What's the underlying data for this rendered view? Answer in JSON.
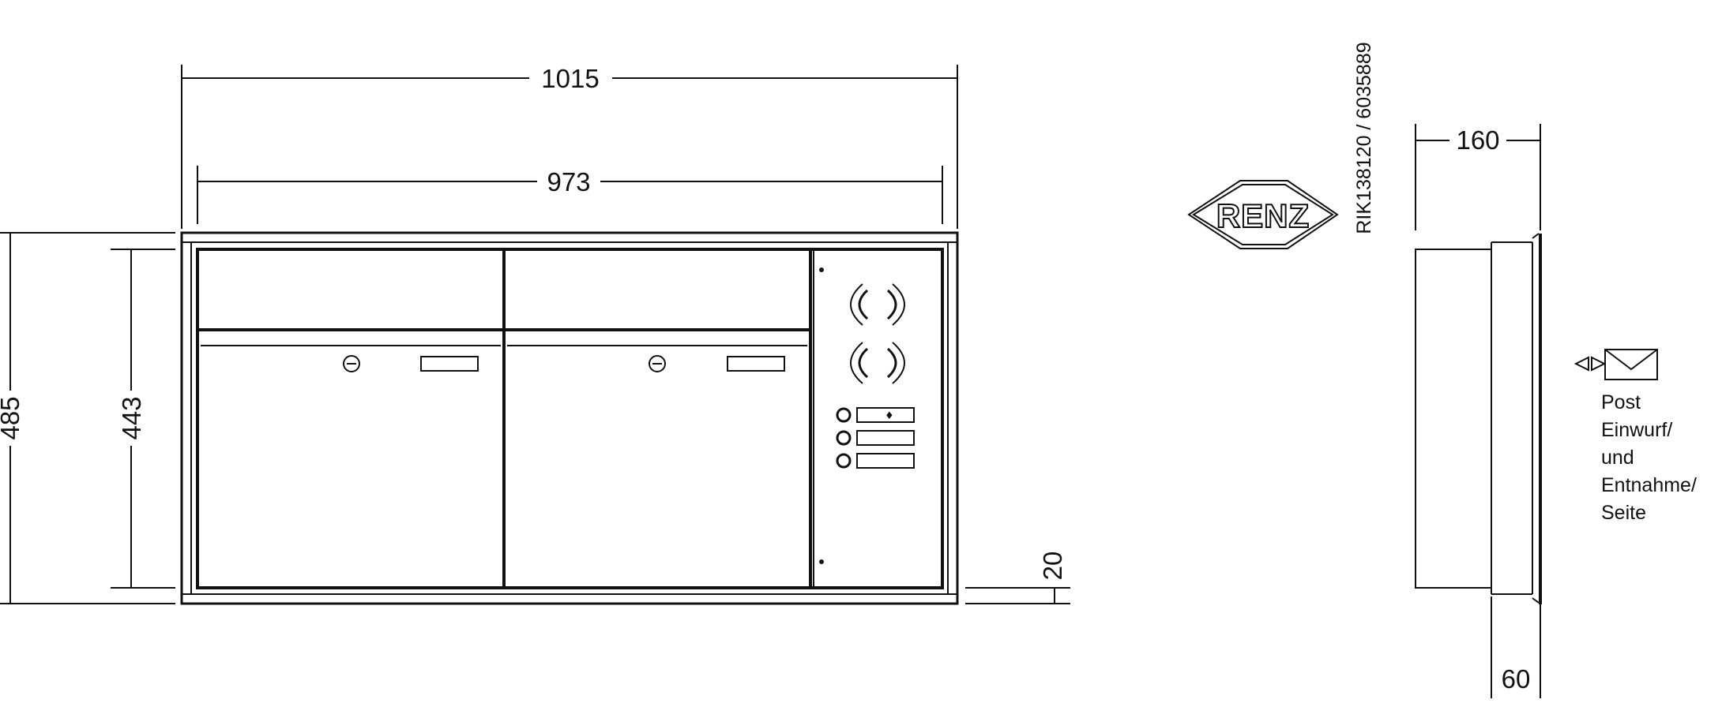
{
  "dimensions": {
    "outer_width": "1015",
    "inner_width": "973",
    "outer_height": "485",
    "inner_height": "443",
    "frame_offset": "20",
    "side_depth": "160",
    "wall_projection": "60"
  },
  "logo": {
    "text": "RENZ"
  },
  "article_number": "RIK138120 / 6035889",
  "side_note": {
    "lines": [
      "Post",
      "Einwurf/",
      "und",
      "Entnahme/",
      "Seite"
    ]
  },
  "colors": {
    "line": "#111111",
    "background": "#ffffff"
  }
}
